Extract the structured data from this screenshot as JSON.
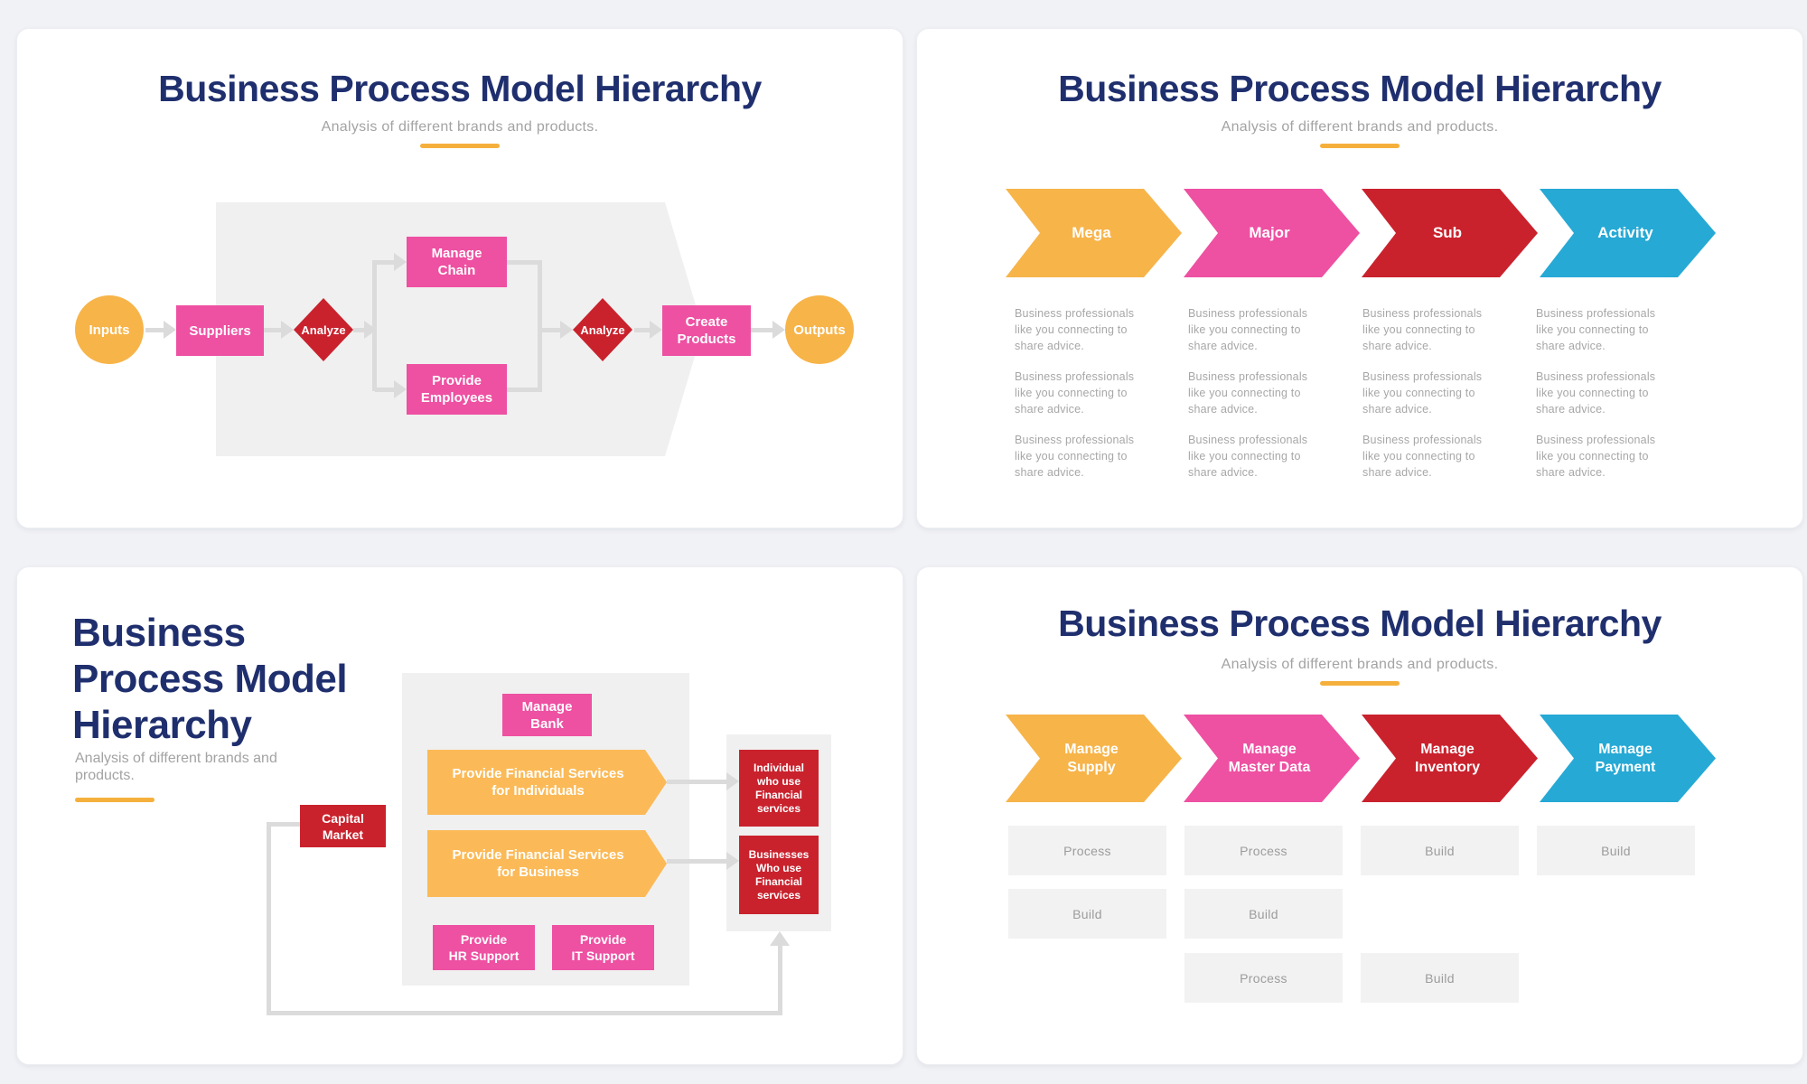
{
  "page": {
    "background": "#f1f2f6"
  },
  "colors": {
    "navy_title": "#1f2f6e",
    "subtitle_gray": "#a3a3a3",
    "paragraph_gray": "#a7a7a7",
    "cell_text_gray": "#9c9c9c",
    "accent_yellow": "#f5b03c",
    "orange": "#f7b449",
    "light_orange": "#fbba57",
    "pink": "#ee50a2",
    "red": "#c9222d",
    "cyan": "#26a9d5",
    "shape_background_gray": "#f0f0f0",
    "cell_background_gray": "#f2f2f2",
    "connector_gray": "#dbdbdb",
    "card_white": "#ffffff"
  },
  "slide_tl": {
    "title": "Business Process Model Hierarchy",
    "subtitle": "Analysis of different brands and products.",
    "flow": {
      "inputs": "Inputs",
      "suppliers": "Suppliers",
      "analyze_1": "Analyze",
      "manage_chain": "Manage\nChain",
      "provide_employees": "Provide\nEmployees",
      "analyze_2": "Analyze",
      "create_products": "Create\nProducts",
      "outputs": "Outputs"
    }
  },
  "slide_tr": {
    "title": "Business Process Model Hierarchy",
    "subtitle": "Analysis of different brands and products.",
    "steps": [
      {
        "label": "Mega",
        "color": "#f7b449"
      },
      {
        "label": "Major",
        "color": "#ee50a2"
      },
      {
        "label": "Sub",
        "color": "#c9222d"
      },
      {
        "label": "Activity",
        "color": "#26a9d5"
      }
    ],
    "paragraph": "Business professionals like you connecting to share advice.",
    "paragraphs_per_column": 3
  },
  "slide_bl": {
    "title_lines": [
      "Business",
      "Process Model",
      "Hierarchy"
    ],
    "subtitle": "Analysis of different brands and\nproducts.",
    "nodes": {
      "manage_bank": "Manage\nBank",
      "pfs_individuals": "Provide Financial Services\nfor Individuals",
      "pfs_business": "Provide Financial Services\nfor Business",
      "capital_market": "Capital\nMarket",
      "hr_support": "Provide\nHR Support",
      "it_support": "Provide\nIT Support",
      "individual_users": "Individual\nwho use\nFinancial\nservices",
      "business_users": "Businesses\nWho use\nFinancial\nservices"
    }
  },
  "slide_br": {
    "title": "Business Process Model Hierarchy",
    "subtitle": "Analysis of different brands and products.",
    "steps": [
      {
        "label": "Manage\nSupply",
        "color": "#f7b449"
      },
      {
        "label": "Manage\nMaster Data",
        "color": "#ee50a2"
      },
      {
        "label": "Manage\nInventory",
        "color": "#c9222d"
      },
      {
        "label": "Manage\nPayment",
        "color": "#26a9d5"
      }
    ],
    "cells": [
      {
        "row": 1,
        "col": 1,
        "label": "Process"
      },
      {
        "row": 1,
        "col": 2,
        "label": "Process"
      },
      {
        "row": 1,
        "col": 3,
        "label": "Build"
      },
      {
        "row": 1,
        "col": 4,
        "label": "Build"
      },
      {
        "row": 2,
        "col": 1,
        "label": "Build"
      },
      {
        "row": 2,
        "col": 2,
        "label": "Build"
      },
      {
        "row": 3,
        "col": 2,
        "label": "Process"
      },
      {
        "row": 3,
        "col": 3,
        "label": "Build"
      }
    ]
  }
}
